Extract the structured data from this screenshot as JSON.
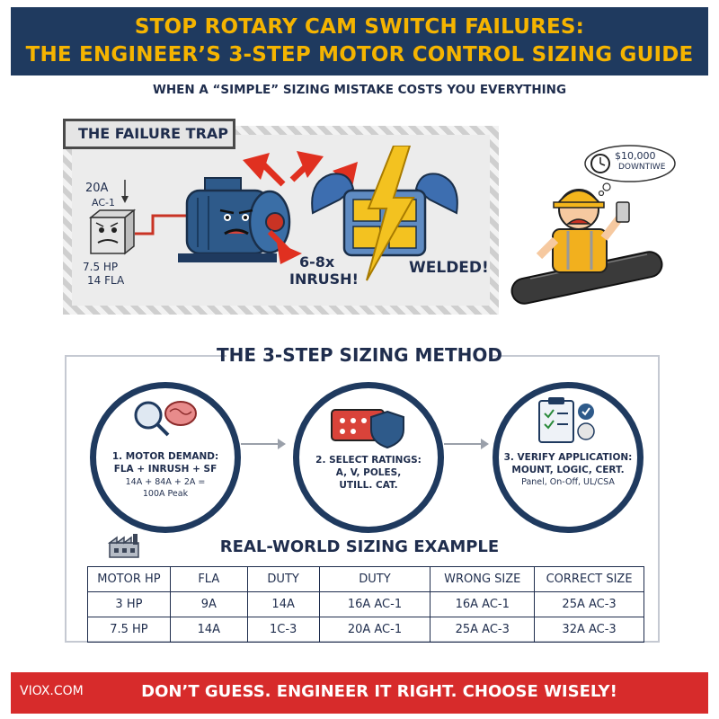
{
  "header": {
    "line1": "STOP ROTARY CAM SWITCH FAILURES:",
    "line2": "THE ENGINEER’S 3-STEP MOTOR CONTROL SIZING GUIDE"
  },
  "subtitle": "WHEN A “SIMPLE” SIZING MISTAKE COSTS YOU EVERYTHING",
  "failure_trap": {
    "label": "THE FAILURE TRAP",
    "switch_rating_amps": "20A",
    "switch_rating_category": "AC-1",
    "motor_hp": "7.5 HP",
    "motor_fla": "14 FLA",
    "inrush_line1": "6-8x",
    "inrush_line2": "INRUSH!",
    "welded": "WELDED!",
    "downtime_amount": "$10,000",
    "downtime_label": "DOWNTIWE"
  },
  "method": {
    "title": "THE 3-STEP SIZING METHOD",
    "step1": {
      "line1": "1. MOTOR DEMAND:",
      "line2": "FLA + INRUSH + SF",
      "line3": "14A + 84A + 2A =",
      "line4": "100A Peak"
    },
    "step2": {
      "line1": "2. SELECT RATINGS:",
      "line2": "A, V, POLES,",
      "line3": "UTILL. CAT."
    },
    "step3": {
      "line1": "3. VERIFY APPLICATION:",
      "line2": "MOUNT, LOGIC, CERT.",
      "line3": "Panel, On-Off, UL/CSA"
    }
  },
  "example": {
    "title": "REAL-WORLD SIZING EXAMPLE",
    "headers": [
      "MOTOR HP",
      "FLA",
      "DUTY",
      "DUTY",
      "WRONG SIZE",
      "CORRECT SIZE"
    ],
    "rows": [
      [
        "3 HP",
        "9A",
        "14A",
        "16A AC-1",
        "16A AC-1",
        "25A AC-3"
      ],
      [
        "7.5 HP",
        "14A",
        "1C-3",
        "20A AC-1",
        "25A AC-3",
        "32A AC-3"
      ]
    ]
  },
  "footer": {
    "brand": "VIOX.COM",
    "message": "DON’T GUESS. ENGINEER IT RIGHT. CHOOSE WISELY!"
  },
  "colors": {
    "navy": "#1f3a5f",
    "gold": "#f5b400",
    "red": "#d72b2b",
    "motor_blue": "#2e5a8a",
    "bolt_yellow": "#f3c220"
  }
}
